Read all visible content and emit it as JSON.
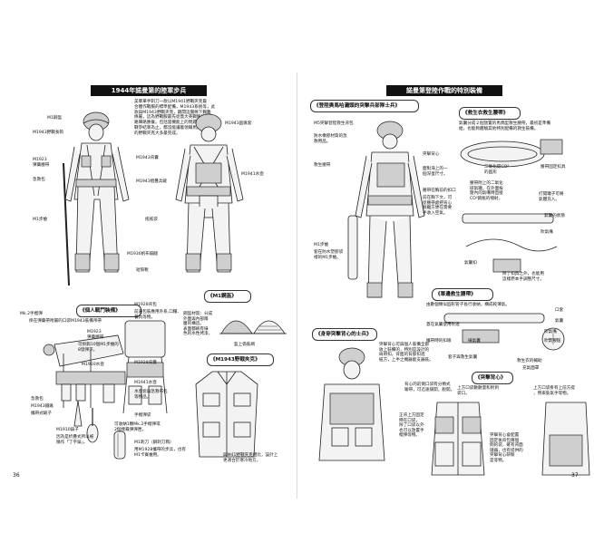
{
  "left_page": {
    "title": "1944年諾曼第的陸軍步兵",
    "intro": "美軍單手刺刀一款以M1941野戰夾克最\n合體作戰服的標準配備，M1943系統等，此\n款與M1943野戰夾克，期間這服條下艱難\n條屬，這為野戰服最先從蓋大英戰略的前\n路陣路勝餐。包括當機能上的問題，直到\n戰爭結束為止，都沒能讓着領職馬齊地蓋\n的野戰夾克大多最完成。",
    "soldier_labels": {
      "m1_helmet": "M1鋼盔",
      "m1943_boots": "M1943野戰長筒",
      "m1923_belt": "M1923\n彈藥腰帶",
      "bayonet": "急救包",
      "m1_rifle": "M1步槍",
      "m1936_pack": "M1936帆布繃腿",
      "leggings": "短筒靴",
      "m1943_shovel": "M1943摺疊兵鏟",
      "m1943_pack": "M1943背囊",
      "m1943_canteen": "M1943水壺",
      "back_labels": "M1941水壺",
      "shovel_back": "M1943圓鍬套",
      "bedroll": "搖搖袋"
    },
    "combat_gear": {
      "header": "《個人戰鬥裝備》",
      "labels": {
        "mk2": "Mk.2手榴彈",
        "pouch": "掛在彈藥帶附屬的口袋",
        "m1943_pack": "M1943裝備吊帶",
        "m1923": "M1923\n彈藥腰帶",
        "web_desc": "可掛鉤10個M1步槍的\n8發彈夾。",
        "m1910_canteen": "M1910水壺",
        "first_aid": "急救包",
        "m1943_shovel": "M1943鐵鍬",
        "shovel_lbl": "攜帶式鏟子",
        "m1910_pick": "M1910鎬子",
        "pick_desc": "因為是折疊式所以被\n稱作「丁字鎬」。",
        "m1928_pack": "M1928背包",
        "pack_desc": "前邊包裝應用外系,口糧、\n餐具等物。",
        "m1928_harness": "M1928背囊",
        "m1941_bayonet": "M1941水壺",
        "knife_desc": "水壺套與急救布包\n等物品。",
        "grenade": "手榴彈袋",
        "mk2_desc": "可收納1顆Mk.2手榴彈或\n2個煙霧彈彈匣。",
        "m1_bayonet": "M1刺刀（鋼刺刀鞘）",
        "bayonet_desc": "用M1928攜帶的步兵，也有\nM1卡賓槍用。"
      }
    },
    "helmet": {
      "header": "《M1鋼盔》",
      "desc": "鋼盔材質：分成\n外面與內部兩\n層的構造。\n表面都刷有綠\n色的水性烤漆。",
      "liner_lbl": "盔上偽裝網"
    },
    "jacket": {
      "header": "《M1943野戰夾克》",
      "desc": "與M41野戰夾克相比，設計上\n更適合於寒冷地方。"
    },
    "page_number": "36"
  },
  "right_page": {
    "title": "諾曼第登陸作戰的特別裝備",
    "para": {
      "header": "《登陸奧馬哈灘頭的突擊兵部隊士兵》",
      "labels": {
        "m5_pack": "M5突擊登陸救生背包",
        "m5_desc": "防水橡膠材質的急\n救用品。",
        "life_belt": "救生腰帶",
        "bag": "突擊背心",
        "bag_desc": "面對海上的一\n個深蛋尺寸。",
        "strap": "腰帶在胸前的扣口",
        "strap_desc": "前在胸下文，可\n從腰帶處把背心\n脫離方便在需要\n手收入空氣。",
        "rifle": "M1步槍",
        "rifle_desc": "套在防水塑膠袋\n裡的M1步槍。"
      }
    },
    "life_belt": {
      "header": "《救生衣救生腰帶》",
      "desc": "氣囊分成２個放置的馬偶型救生腰帶，最初是準備\n給，也能夠體驗其他特別配備的救生裝備。",
      "labels": {
        "co2": "二氧化碳CO²\n的圓形",
        "valve": "腰帶固定扣具",
        "canister": "腰帶附上的二氧化\n碳氣罐，在外面按\n壓內的氣嘴時直接\nCO²鋼瓶的噴射。",
        "pull_tab": "打開罐子可將\n氣體充入。",
        "inflate": "氣囊的狀態",
        "tube": "吹氣嘴",
        "belt_lbl": "氣囊扣",
        "desc2": "除了扣具之外，也能用\n這樣原本手調整尺寸。"
      }
    },
    "belt_rig": {
      "header": "《單邊救生腰帶》",
      "desc": "由數個類似圓形管子長行收納，構成較薄氣。",
      "labels": {
        "cyl": "口套",
        "mouth": "氣囊",
        "pipe": "蓋在氣囊使用吹進",
        "lock": "吹氣嘴",
        "valve": "吹氣按鈕",
        "straps": "攜帶時的扣眼",
        "buckle": "綠氣囊",
        "flotation": "套子與救生氣囊",
        "float_desc": "救生衣的輔助",
        "pouch_lbl": "救生衣所設計的",
        "mask": "充氣面罩"
      }
    },
    "assault": {
      "header": "《身穿突擊背心的士兵》",
      "desc": "突擊背心可與個人裝備全部\n收上裝備的，特別是設計的\n肩帶扣，背面的背部扣進\n紐方，上半之機器能支器裝。"
    },
    "vest": {
      "header": "《突擊背心》",
      "top_desc": "上方口袋數數量和附到\n袋口。",
      "right_desc": "上方口袋掛有上前方提\n，用來裝氣手等物。",
      "left_desc": "背心的前側口袋有分類式\n聯帶，可迅速緩開，脫開。",
      "mid_desc": "正背上方固定\n時在口袋，\n除了口袋以外\n也可以放置手\n榴彈等物。",
      "rear_desc": "突擊背心會配置\n固定後背包兩個\n側的袋，確有背面\n鏈器，也有提供的\n突擊背心研製\n是等物。"
    },
    "page_number": "37"
  }
}
